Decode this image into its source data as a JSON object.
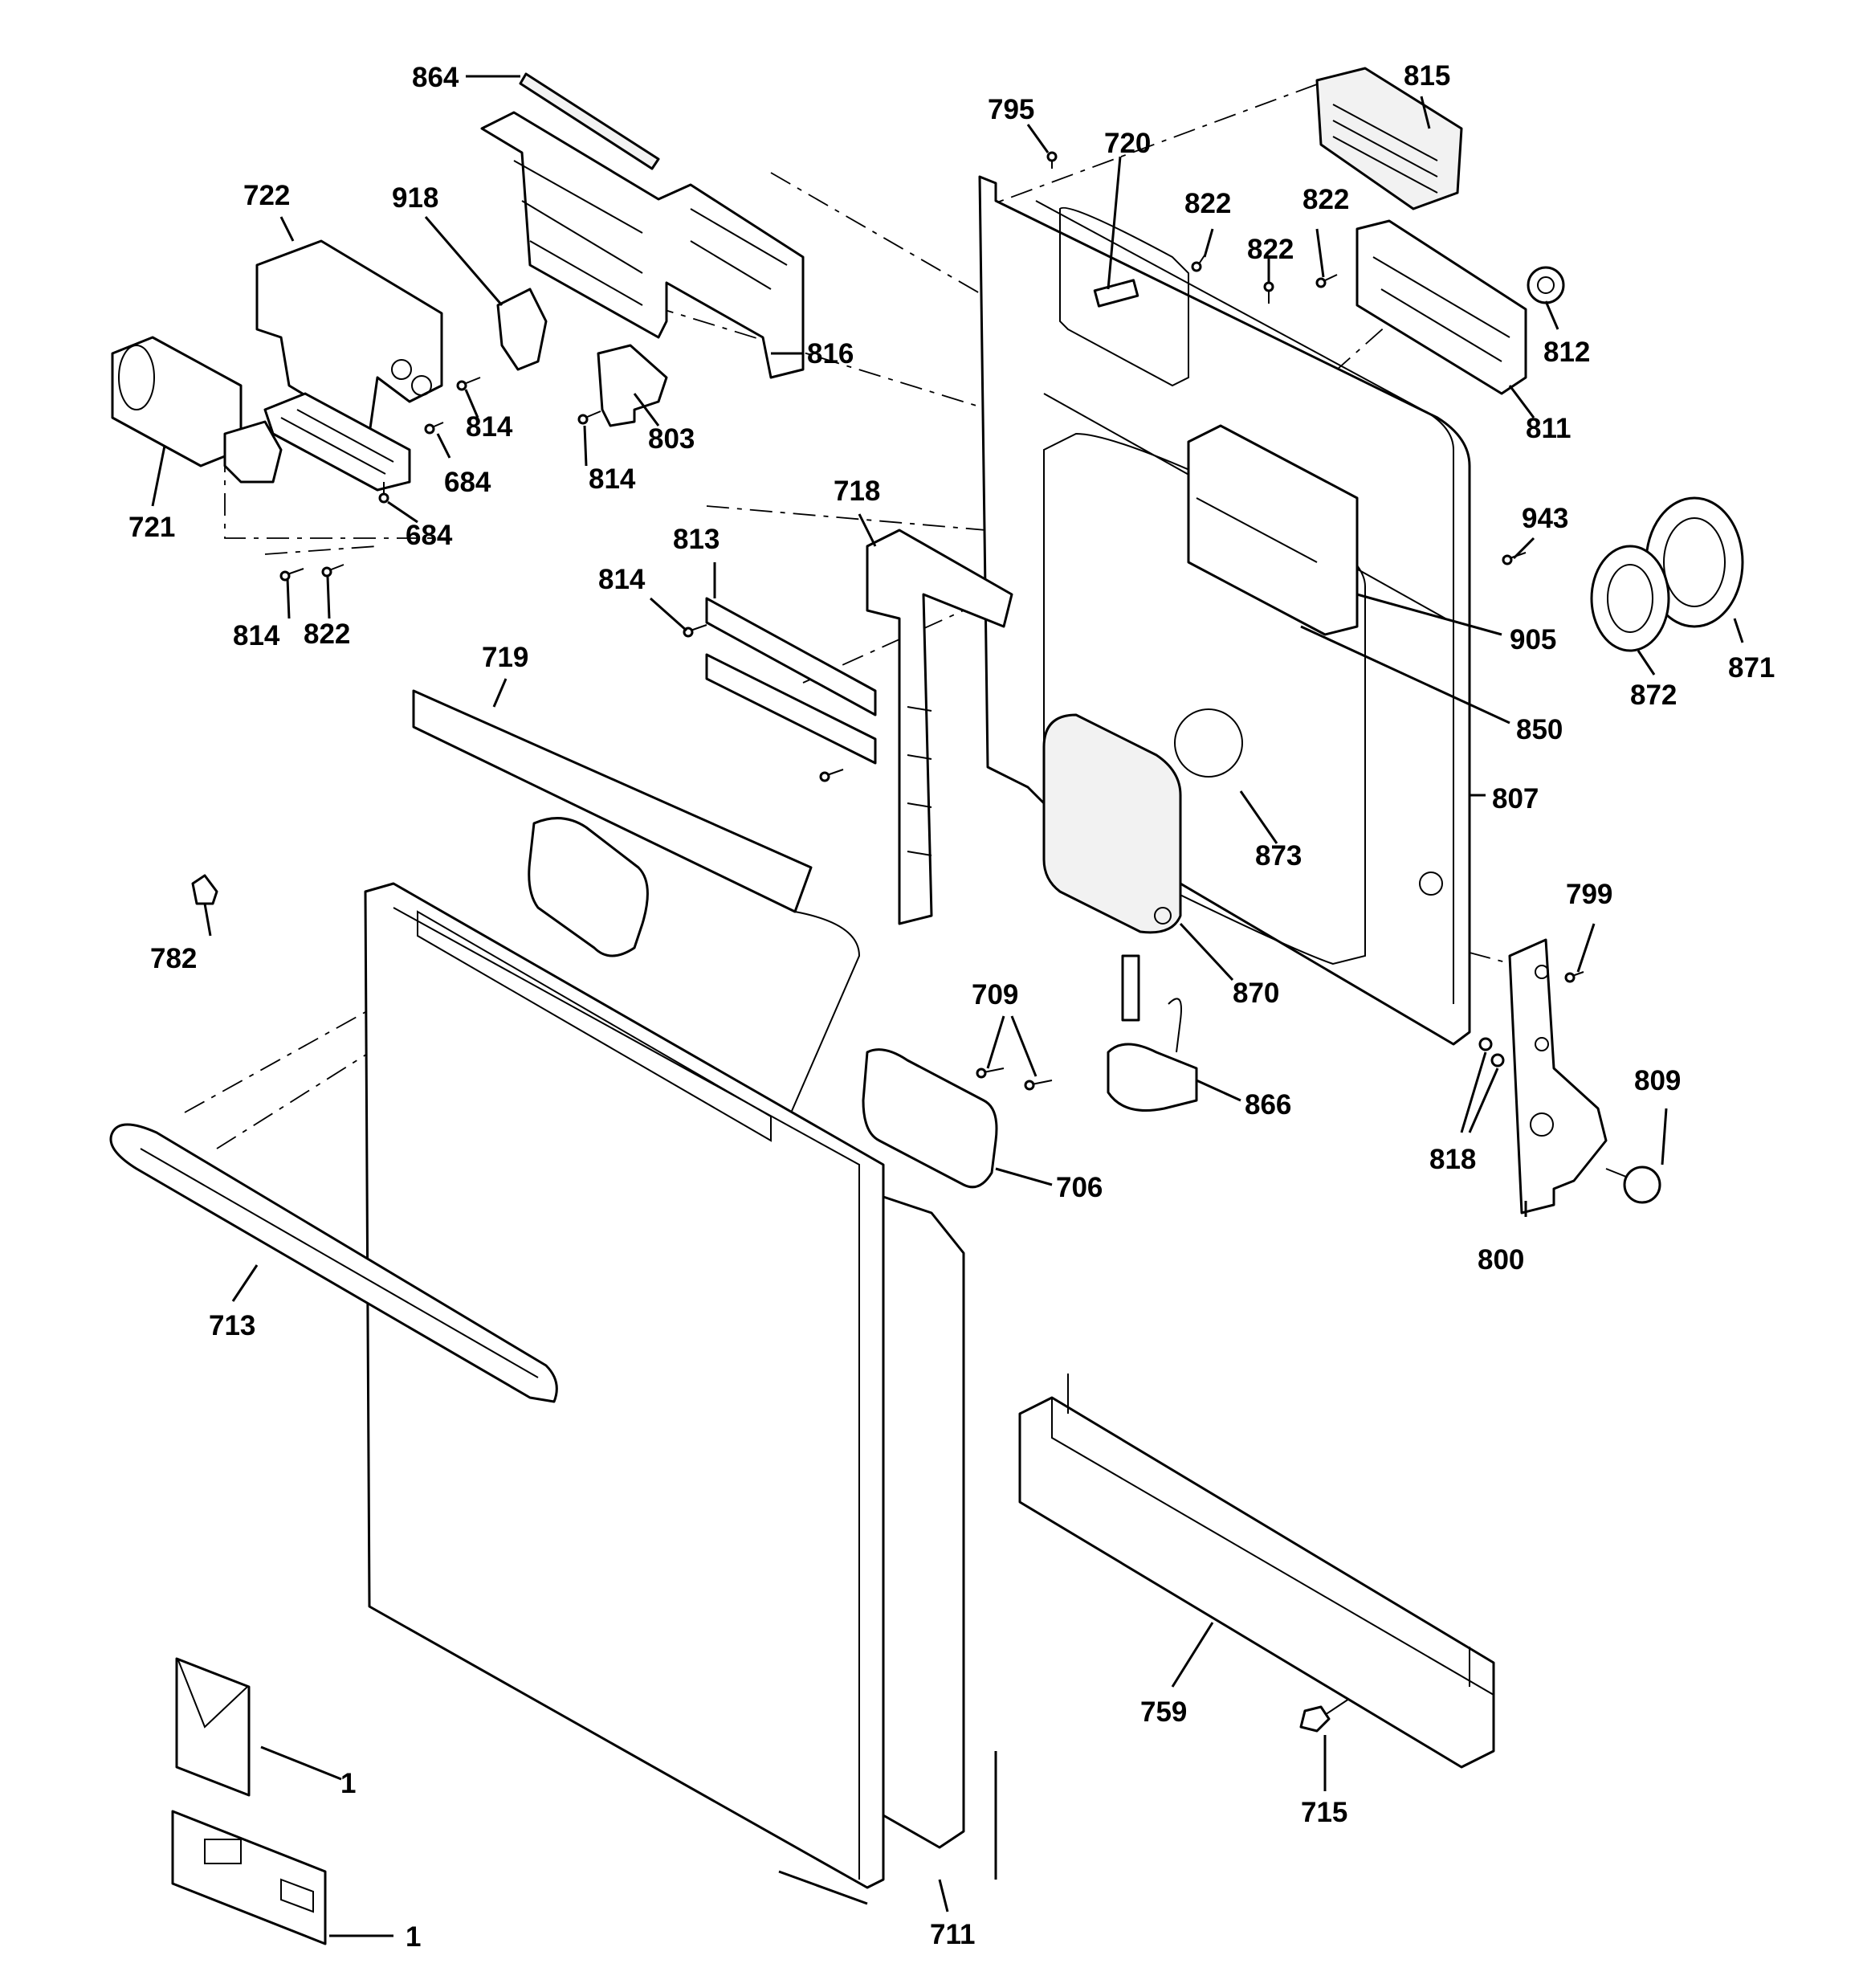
{
  "callouts": {
    "c864": "864",
    "c722": "722",
    "c918": "918",
    "c816": "816",
    "c721": "721",
    "c814a": "814",
    "c803": "803",
    "c684a": "684",
    "c814b": "814",
    "c684b": "684",
    "c814c": "814",
    "c822a": "822",
    "c795": "795",
    "c720": "720",
    "c815": "815",
    "c822b": "822",
    "c822c": "822",
    "c822d": "822",
    "c812": "812",
    "c811": "811",
    "c718": "718",
    "c813": "813",
    "c814d": "814",
    "c943": "943",
    "c905": "905",
    "c871": "871",
    "c872": "872",
    "c850": "850",
    "c719": "719",
    "c807": "807",
    "c873": "873",
    "c782": "782",
    "c799": "799",
    "c709": "709",
    "c870": "870",
    "c866": "866",
    "c809": "809",
    "c818": "818",
    "c706": "706",
    "c800": "800",
    "c713": "713",
    "c759": "759",
    "c1a": "1",
    "c1b": "1",
    "c715": "715",
    "c711": "711"
  },
  "colors": {
    "line": "#000000",
    "background": "#ffffff",
    "part_shade": "#f2f2f2"
  }
}
